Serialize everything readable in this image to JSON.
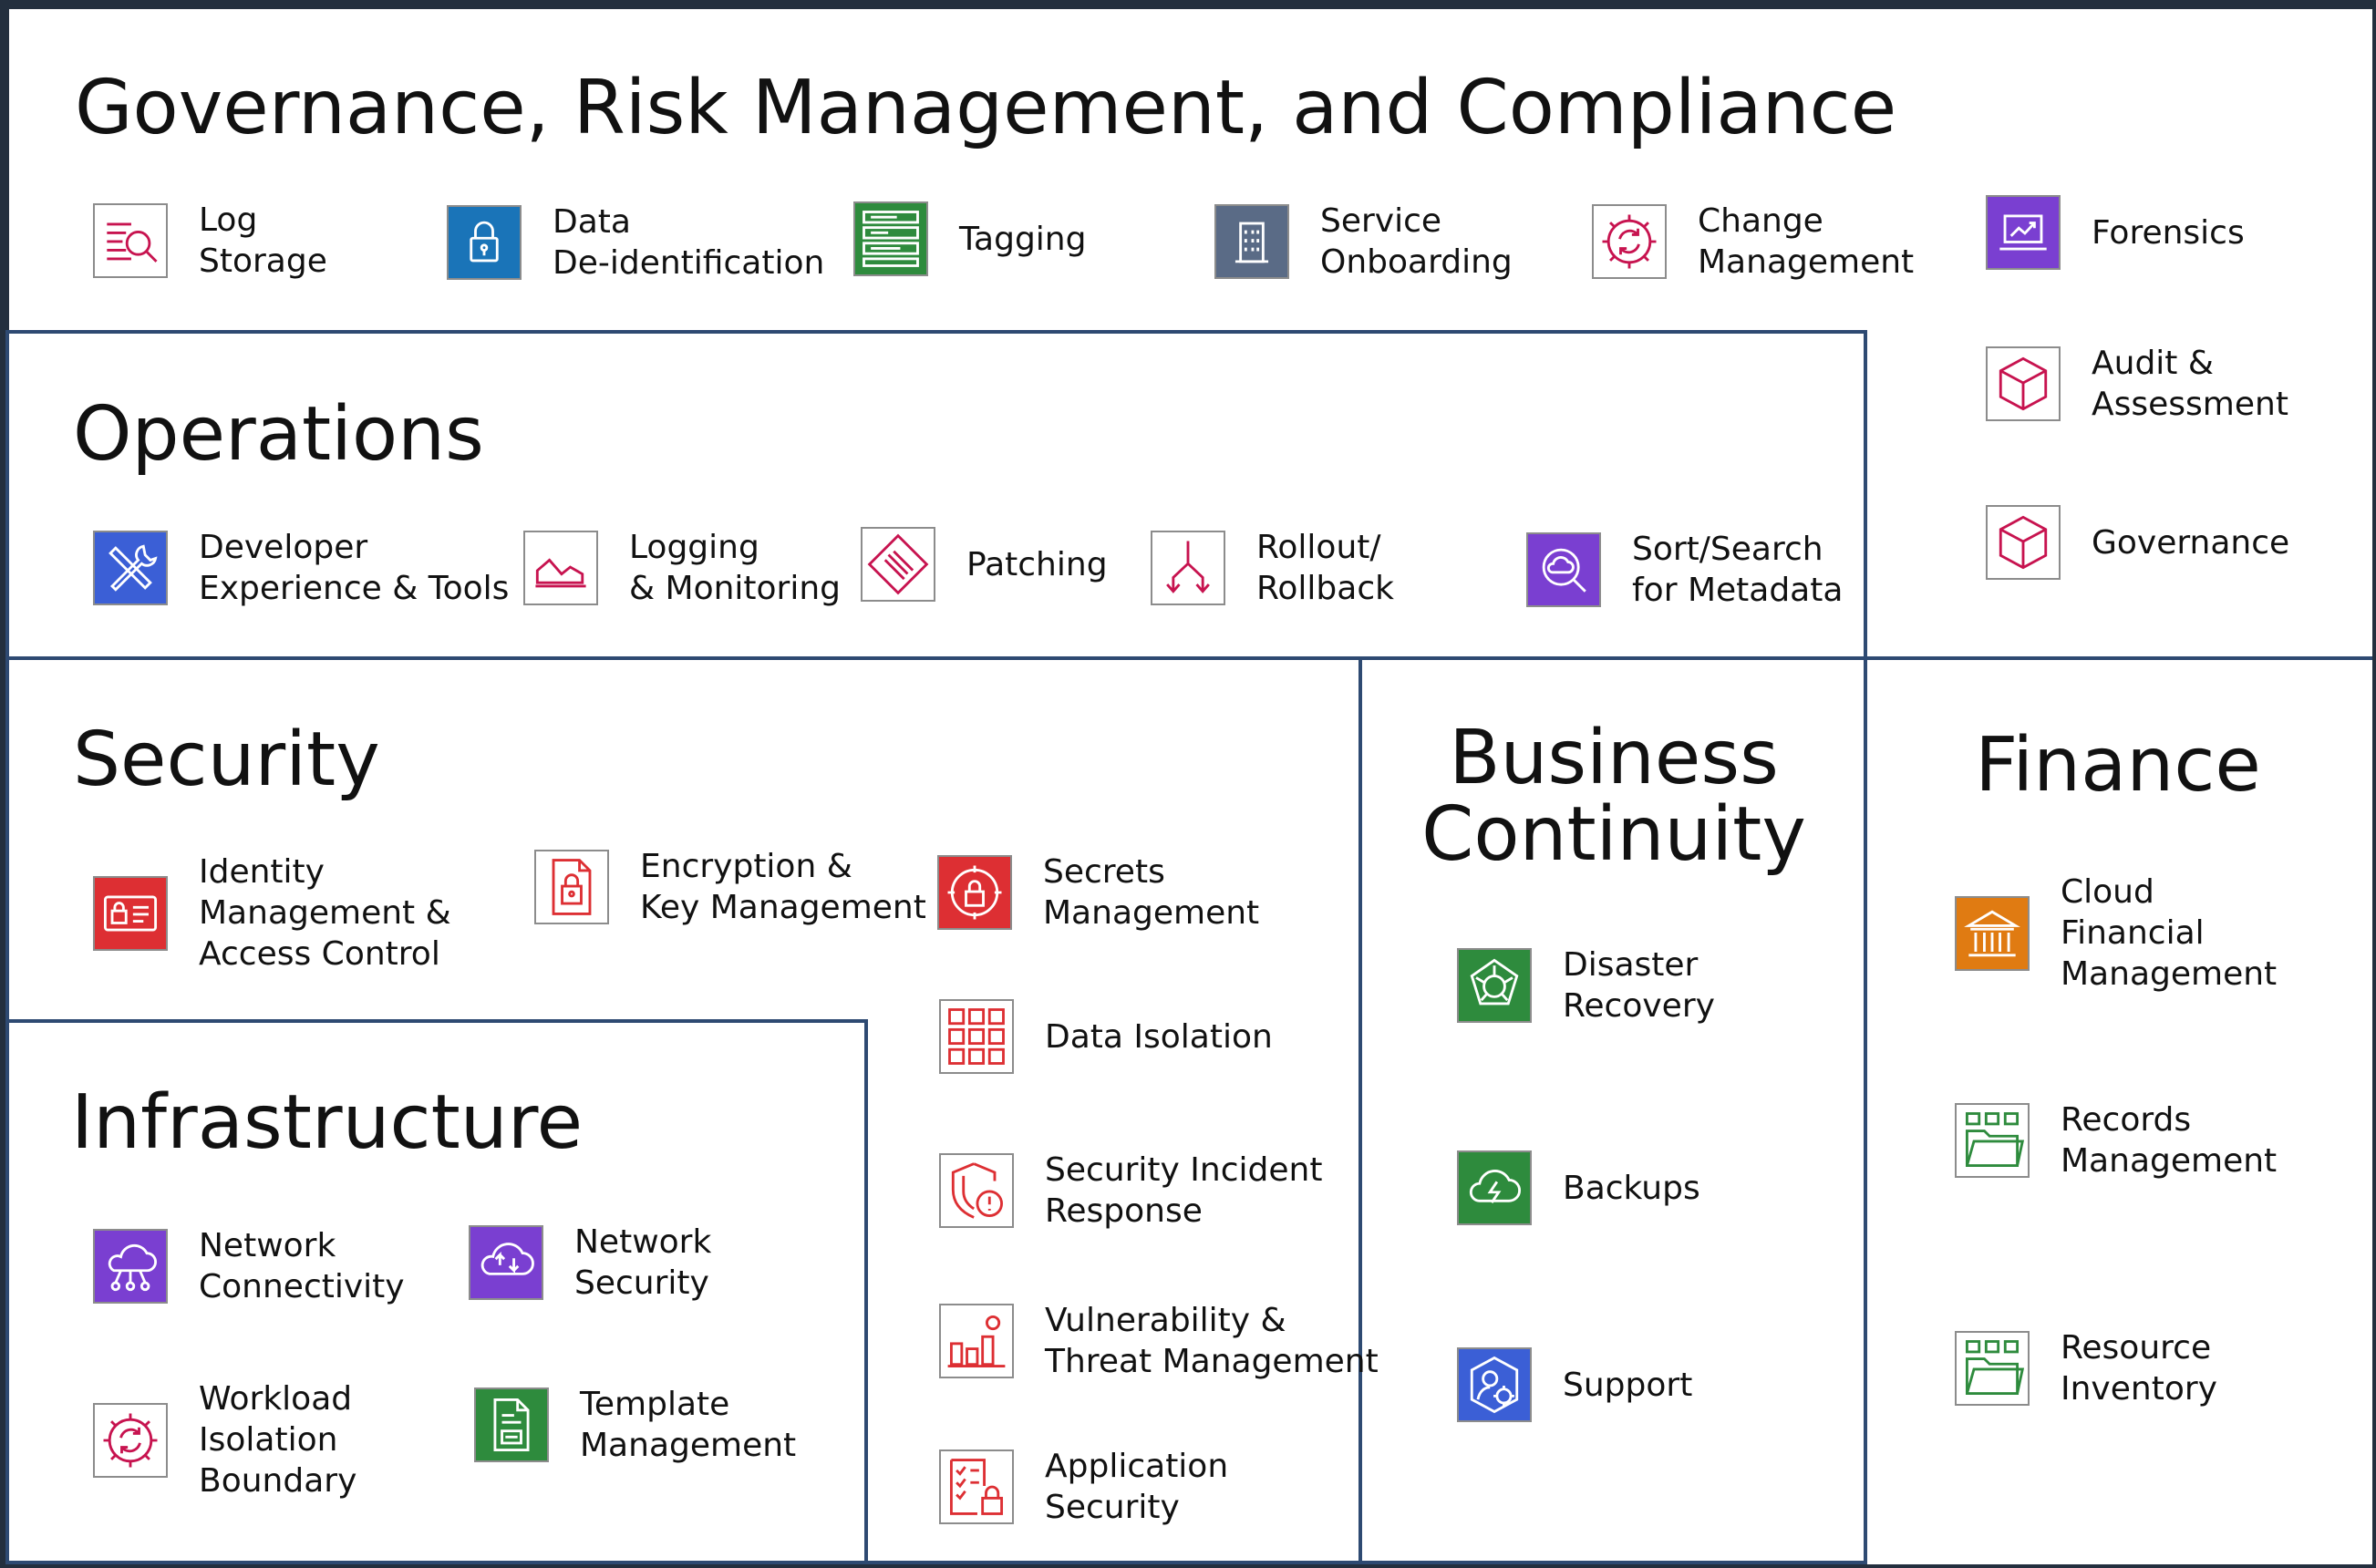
{
  "sections": {
    "grc": {
      "title": "Governance, Risk Management, and Compliance"
    },
    "operations": {
      "title": "Operations"
    },
    "security": {
      "title": "Security"
    },
    "infrastructure": {
      "title": "Infrastructure"
    },
    "business_continuity": {
      "title": "Business Continuity"
    },
    "finance": {
      "title": "Finance"
    }
  },
  "items": {
    "log_storage": {
      "label": "Log\nStorage",
      "icon": "log-search-icon",
      "color": "#c7134f"
    },
    "data_deidentification": {
      "label": "Data\nDe-identification",
      "icon": "lock-icon",
      "color": "#1a74b8"
    },
    "tagging": {
      "label": "Tagging",
      "icon": "tag-list-icon",
      "color": "#2e8b3d"
    },
    "service_onboarding": {
      "label": "Service\nOnboarding",
      "icon": "building-icon",
      "color": "#5a6b86"
    },
    "change_management": {
      "label": "Change\nManagement",
      "icon": "gear-cycle-icon",
      "color": "#c7134f"
    },
    "forensics": {
      "label": "Forensics",
      "icon": "laptop-chart-icon",
      "color": "#7a3fd1"
    },
    "audit_assessment": {
      "label": "Audit &\nAssessment",
      "icon": "cube-icon",
      "color": "#c7134f"
    },
    "governance": {
      "label": "Governance",
      "icon": "cube-icon",
      "color": "#c7134f"
    },
    "developer_tools": {
      "label": "Developer\nExperience & Tools",
      "icon": "tools-icon",
      "color": "#3b5fd6"
    },
    "logging_monitoring": {
      "label": "Logging\n& Monitoring",
      "icon": "area-chart-icon",
      "color": "#c7134f"
    },
    "patching": {
      "label": "Patching",
      "icon": "patch-icon",
      "color": "#c7134f"
    },
    "rollout_rollback": {
      "label": "Rollout/\nRollback",
      "icon": "branch-arrows-icon",
      "color": "#c7134f"
    },
    "sort_search": {
      "label": "Sort/Search\nfor Metadata",
      "icon": "cloud-search-icon",
      "color": "#7a3fd1"
    },
    "identity_management": {
      "label": "Identity\nManagement &\nAccess Control",
      "icon": "id-card-icon",
      "color": "#dd2f33"
    },
    "encryption": {
      "label": "Encryption &\nKey Management",
      "icon": "document-lock-icon",
      "color": "#dd2f33"
    },
    "secrets_management": {
      "label": "Secrets\nManagement",
      "icon": "secrets-icon",
      "color": "#dd2f33"
    },
    "data_isolation": {
      "label": "Data Isolation",
      "icon": "grid-icon",
      "color": "#dd2f33"
    },
    "incident_response": {
      "label": "Security Incident\nResponse",
      "icon": "shield-alert-icon",
      "color": "#dd2f33"
    },
    "vulnerability": {
      "label": "Vulnerability &\nThreat Management",
      "icon": "bar-chart-icon",
      "color": "#dd2f33"
    },
    "application_security": {
      "label": "Application\nSecurity",
      "icon": "checklist-lock-icon",
      "color": "#dd2f33"
    },
    "network_connectivity": {
      "label": "Network\nConnectivity",
      "icon": "cloud-network-icon",
      "color": "#7a3fd1"
    },
    "network_security": {
      "label": "Network\nSecurity",
      "icon": "cloud-upload-icon",
      "color": "#7a3fd1"
    },
    "workload_isolation": {
      "label": "Workload\nIsolation\nBoundary",
      "icon": "gear-cycle-icon",
      "color": "#c7134f"
    },
    "template_management": {
      "label": "Template\nManagement",
      "icon": "document-box-icon",
      "color": "#2e8b3d"
    },
    "disaster_recovery": {
      "label": "Disaster\nRecovery",
      "icon": "recovery-icon",
      "color": "#2e8b3d"
    },
    "backups": {
      "label": "Backups",
      "icon": "cloud-bolt-icon",
      "color": "#2e8b3d"
    },
    "support": {
      "label": "Support",
      "icon": "user-gear-icon",
      "color": "#3b5fd6"
    },
    "cloud_financial": {
      "label": "Cloud\nFinancial\nManagement",
      "icon": "bank-icon",
      "color": "#e07b12"
    },
    "records_management": {
      "label": "Records\nManagement",
      "icon": "folder-icon",
      "color": "#2e8b3d"
    },
    "resource_inventory": {
      "label": "Resource\nInventory",
      "icon": "folder-icon",
      "color": "#2e8b3d"
    }
  }
}
